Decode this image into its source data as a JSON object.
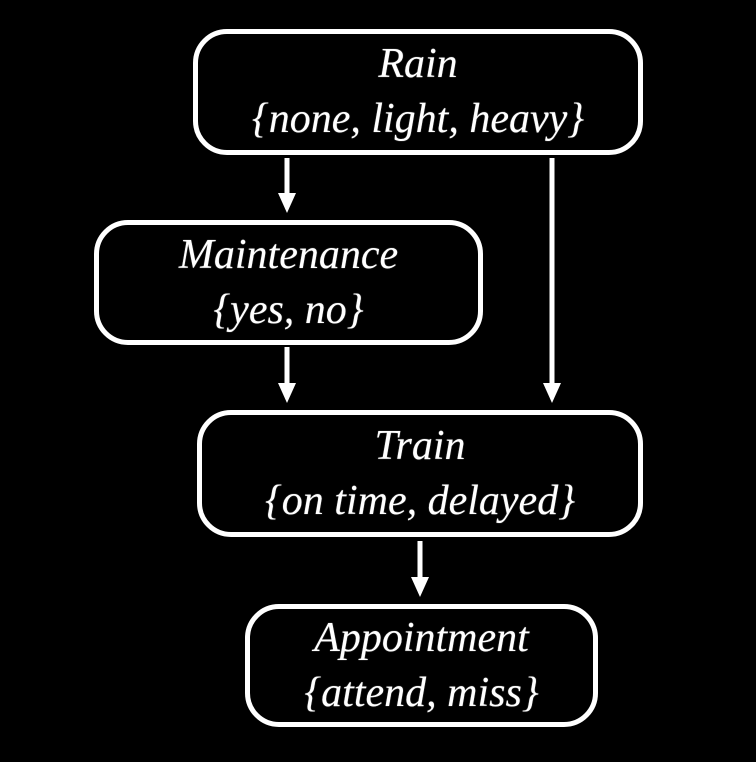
{
  "diagram": {
    "type": "bayesian-network",
    "background_color": "#000000",
    "node_border_color": "#ffffff",
    "text_color": "#ffffff",
    "arrow_color": "#ffffff",
    "nodes": [
      {
        "id": "rain",
        "name": "Rain",
        "values": "{none, light, heavy}"
      },
      {
        "id": "maintenance",
        "name": "Maintenance",
        "values": "{yes, no}"
      },
      {
        "id": "train",
        "name": "Train",
        "values": "{on time, delayed}"
      },
      {
        "id": "appointment",
        "name": "Appointment",
        "values": "{attend, miss}"
      }
    ],
    "edges": [
      {
        "from": "Rain",
        "to": "Maintenance"
      },
      {
        "from": "Rain",
        "to": "Train"
      },
      {
        "from": "Maintenance",
        "to": "Train"
      },
      {
        "from": "Train",
        "to": "Appointment"
      }
    ]
  }
}
